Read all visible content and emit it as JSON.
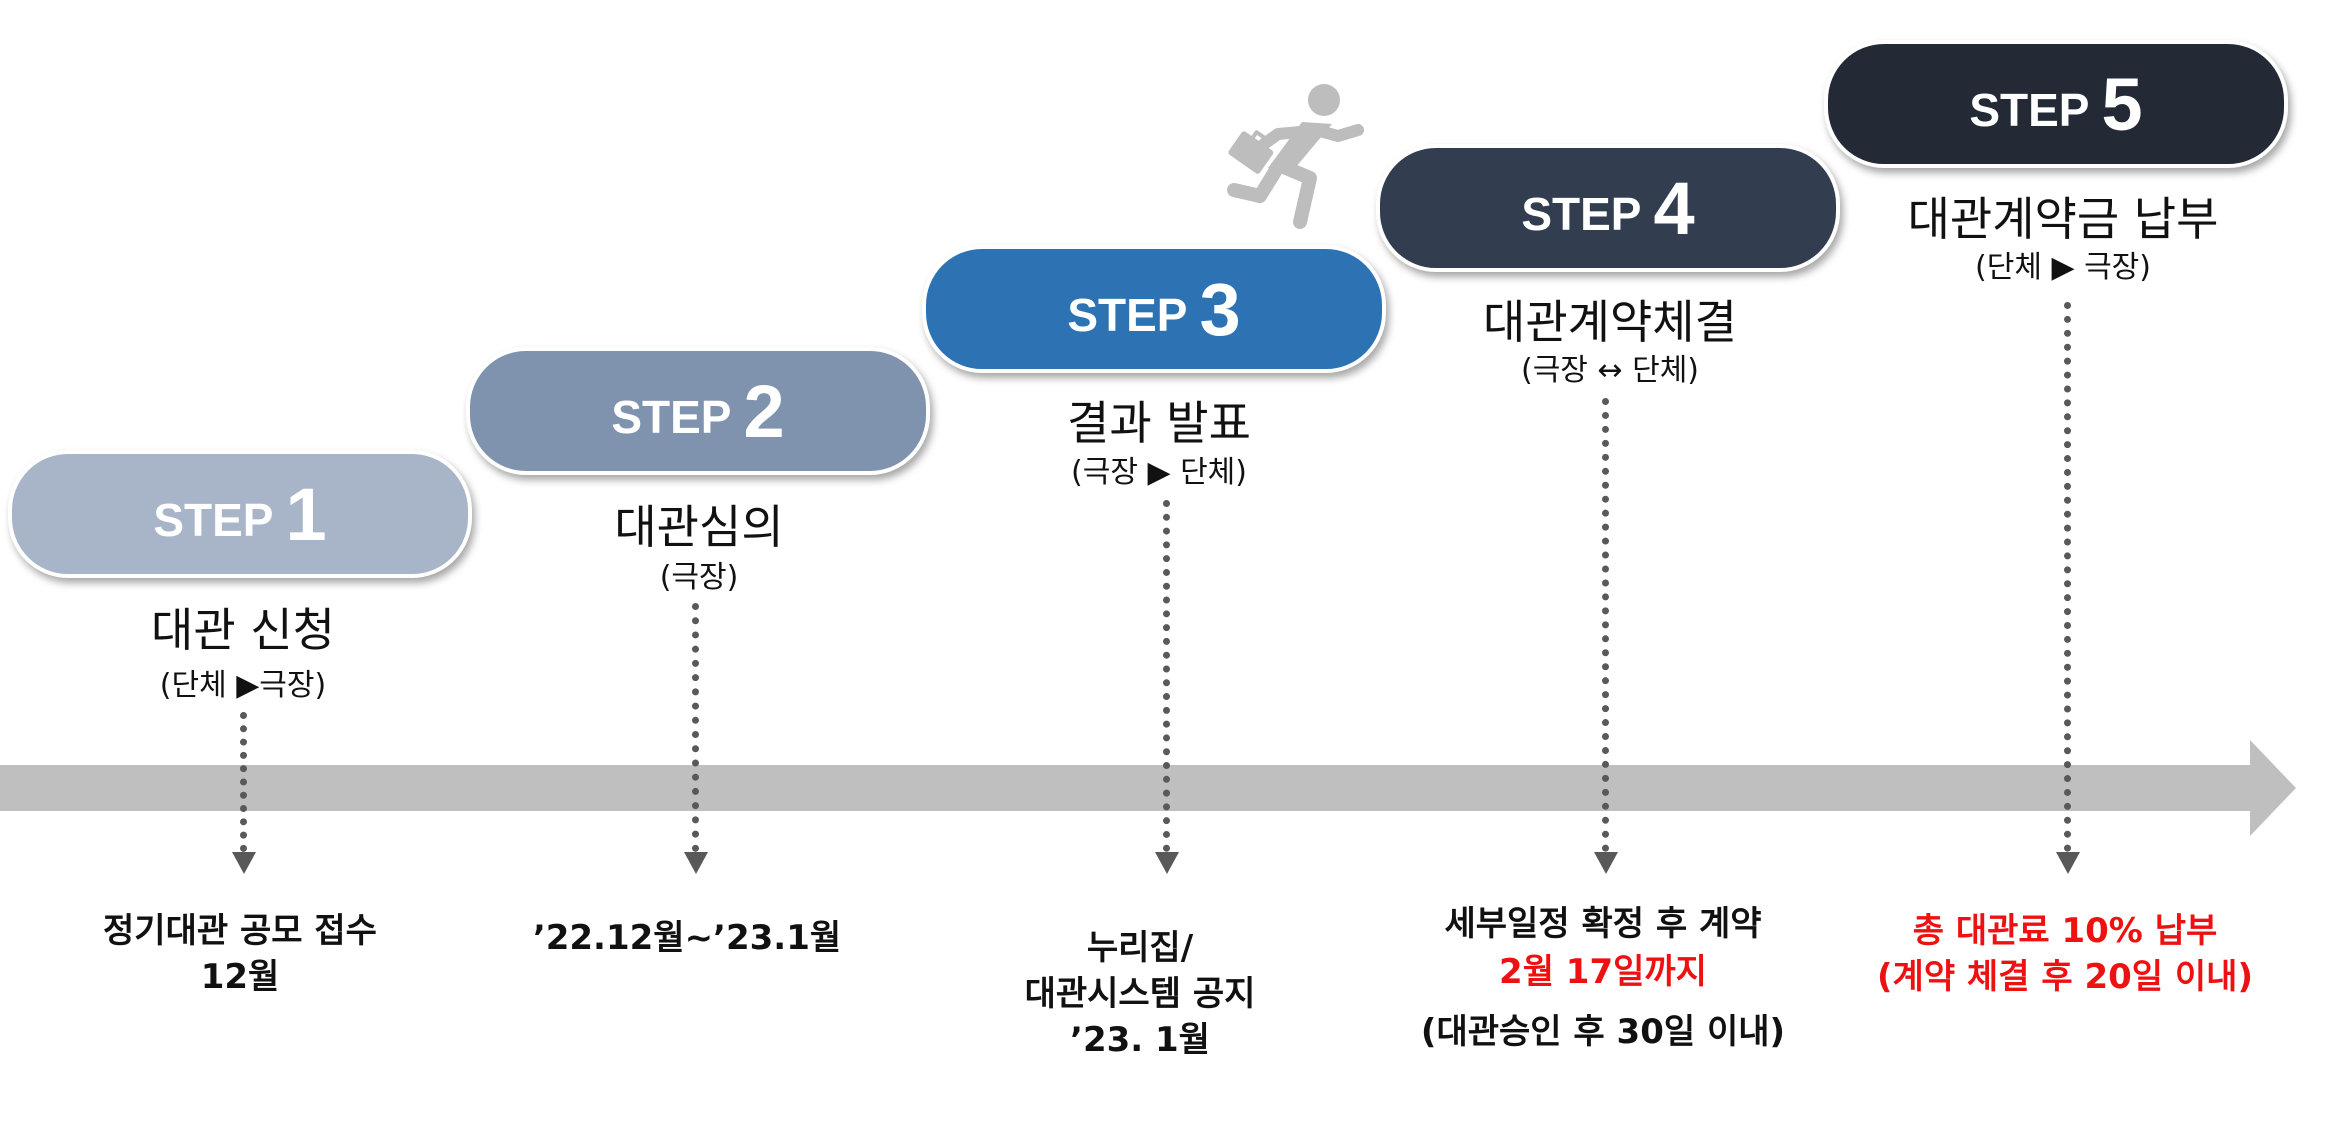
{
  "colors": {
    "step1": "#a8b5c9",
    "step2": "#8093ae",
    "step3": "#2d73b4",
    "step4": "#323d50",
    "step5": "#232a36",
    "timeline": "#bfbfbf",
    "highlight": "#ee1111"
  },
  "icons": {
    "runner": "running-person-with-briefcase-icon"
  },
  "steps": [
    {
      "word": "STEP",
      "num": "1",
      "title": "대관 신청",
      "sub": "(단체 ▶극장)",
      "bottom": [
        "정기대관 공모 접수",
        "12월"
      ]
    },
    {
      "word": "STEP",
      "num": "2",
      "title": "대관심의",
      "sub": "(극장)",
      "bottom": [
        "’22.12월~’23.1월"
      ]
    },
    {
      "word": "STEP",
      "num": "3",
      "title": "결과 발표",
      "sub": "(극장 ▶ 단체)",
      "bottom": [
        "누리집/",
        "대관시스템 공지",
        "’23. 1월"
      ]
    },
    {
      "word": "STEP",
      "num": "4",
      "title": "대관계약체결",
      "sub": "(극장 ↔ 단체)",
      "bottom": [
        "세부일정 확정 후 계약",
        "2월 17일까지",
        "(대관승인 후 30일 이내)"
      ]
    },
    {
      "word": "STEP",
      "num": "5",
      "title": "대관계약금 납부",
      "sub": "(단체 ▶ 극장)",
      "bottom": [
        "총 대관료 10% 납부",
        "(계약 체결 후 20일 이내)"
      ]
    }
  ]
}
